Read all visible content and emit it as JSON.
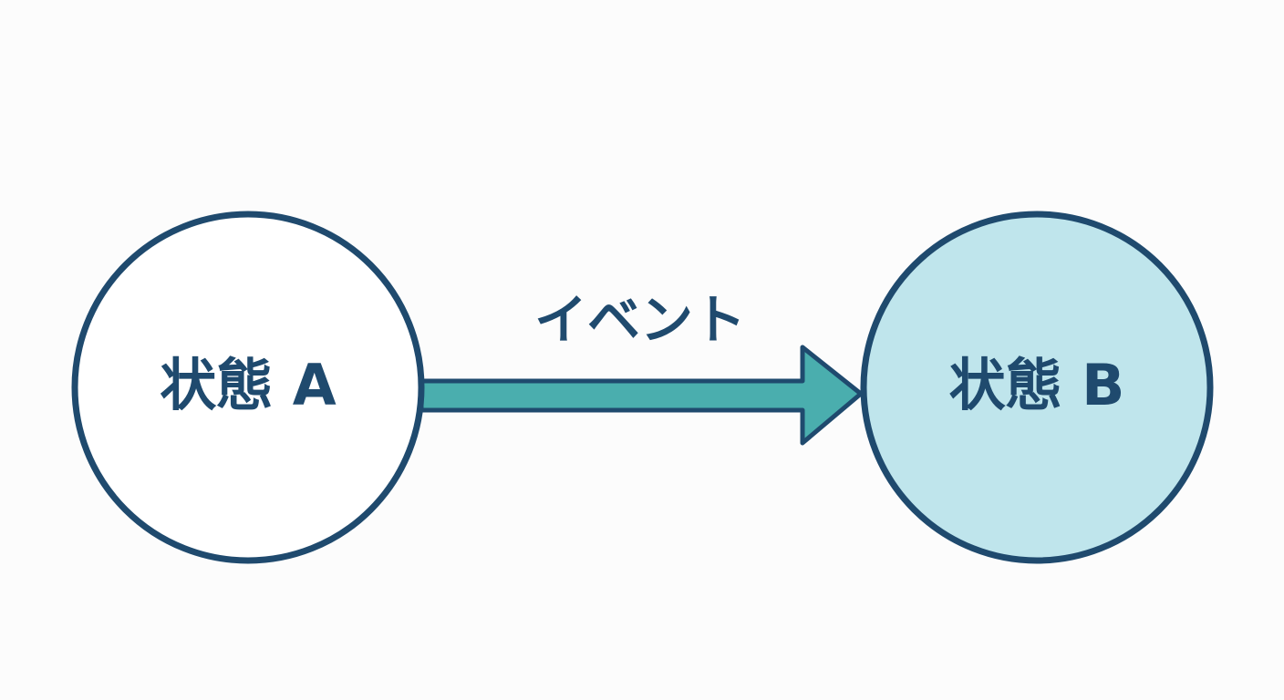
{
  "diagram": {
    "nodes": [
      {
        "id": "state-a",
        "label": "状態 A",
        "fill": "#ffffff"
      },
      {
        "id": "state-b",
        "label": "状態 B",
        "fill": "#bfe5ec"
      }
    ],
    "edge": {
      "from": "state-a",
      "to": "state-b",
      "label": "イベント"
    }
  },
  "colors": {
    "stroke": "#1f4a6e",
    "text": "#1f4a6e",
    "arrow_fill": "#4aaeae",
    "background": "#fcfcfc"
  }
}
